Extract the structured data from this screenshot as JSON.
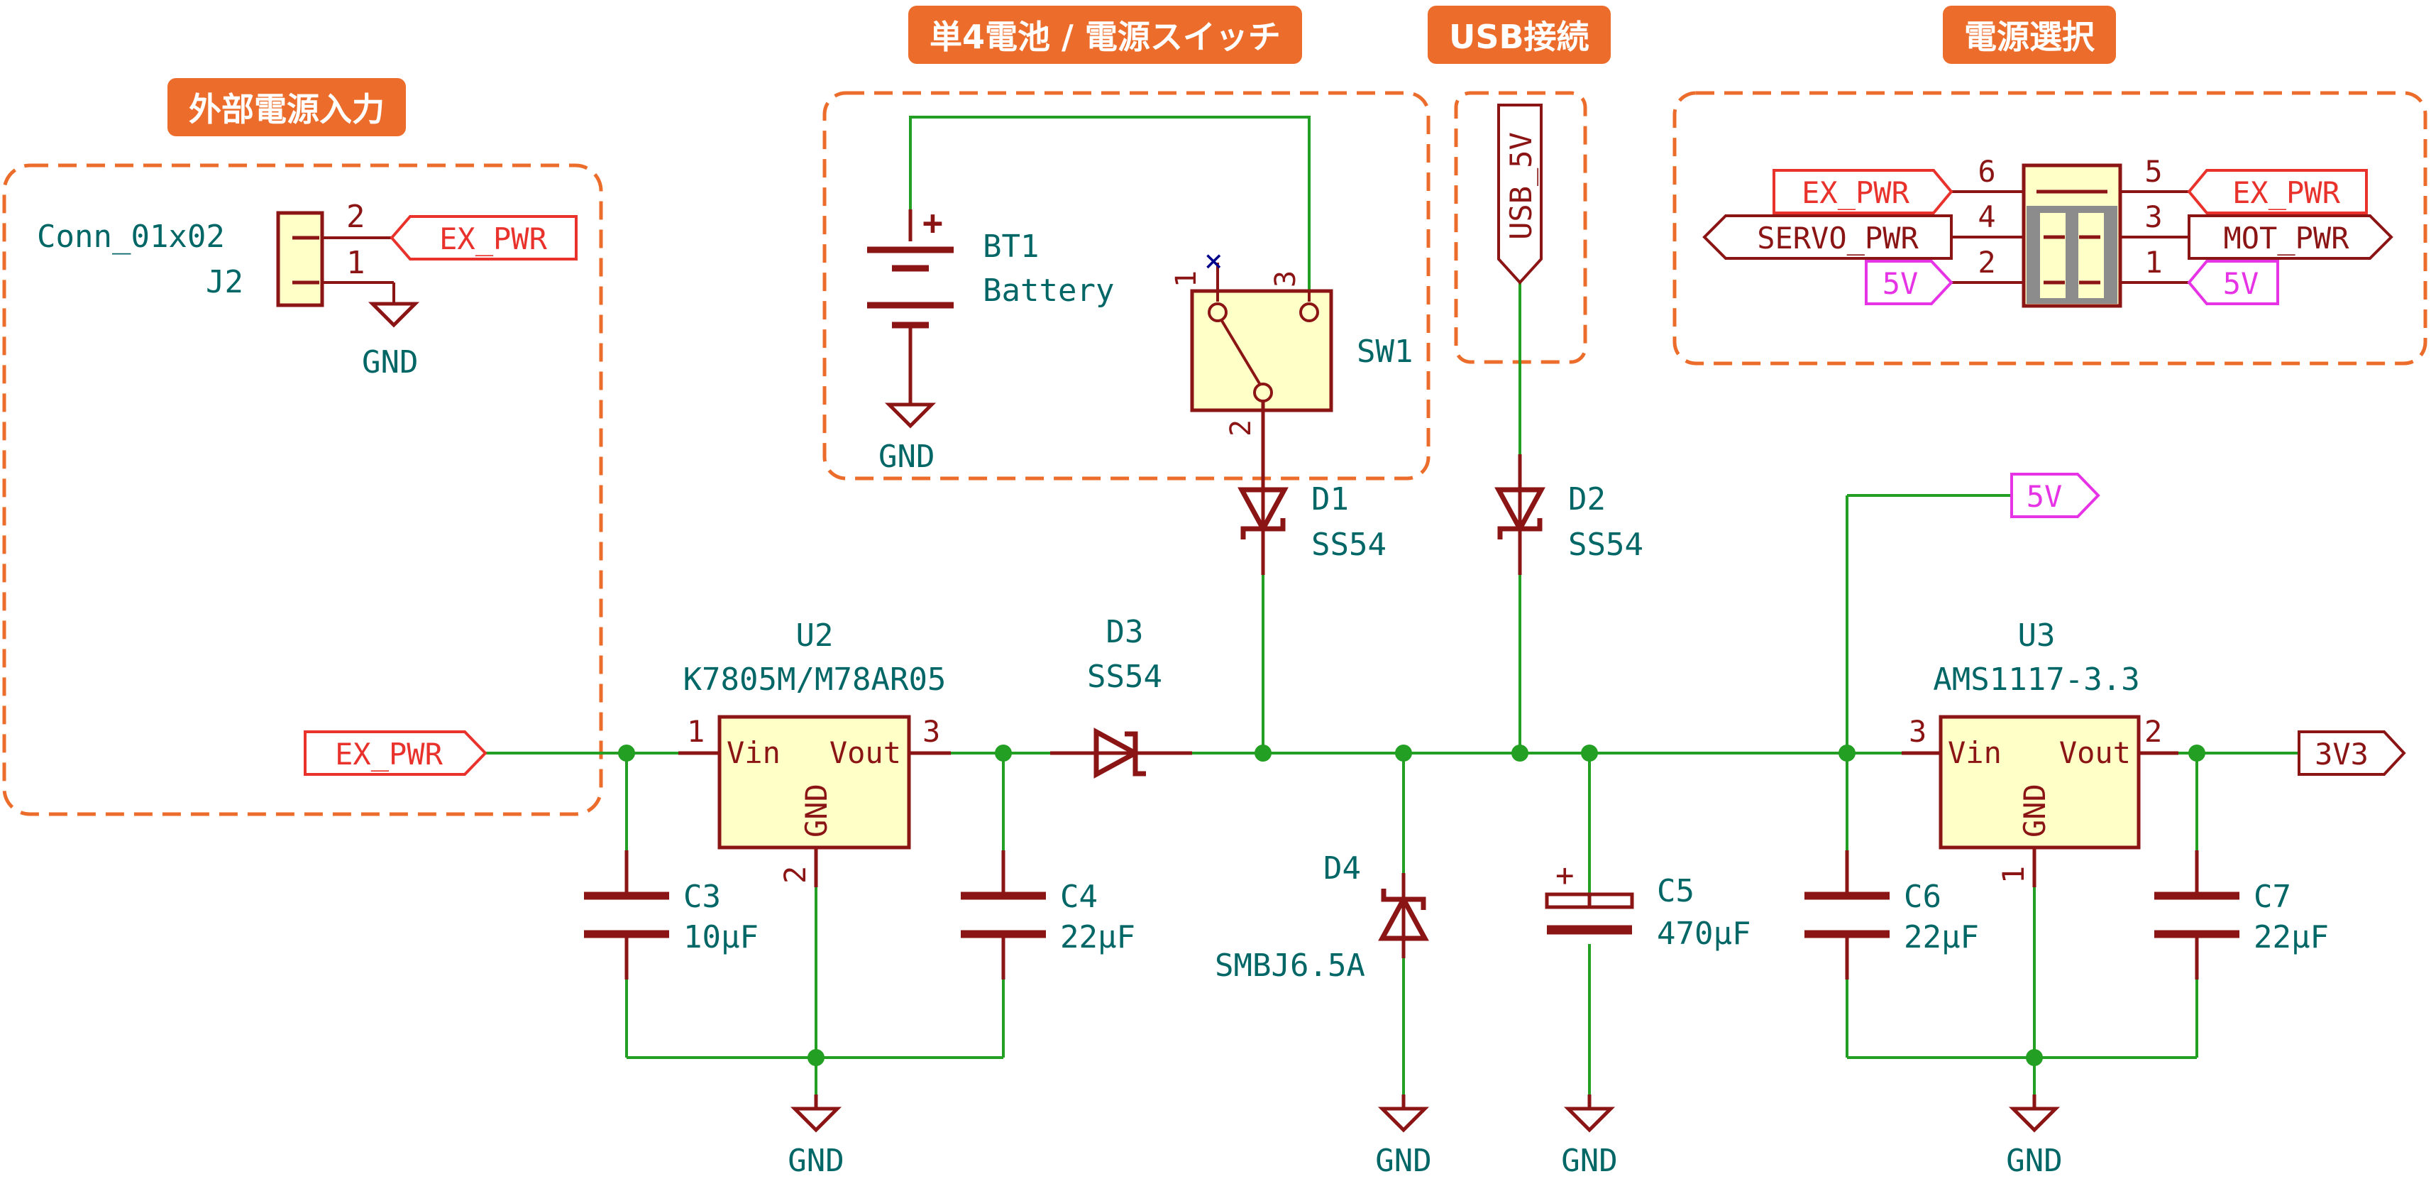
{
  "sections": {
    "external": "外部電源入力",
    "battery": "単4電池 / 電源スイッチ",
    "usb": "USB接続",
    "select": "電源選択"
  },
  "conn": {
    "name": "Conn_01x02",
    "ref": "J2",
    "pin2": "2",
    "pin1": "1"
  },
  "bt": {
    "ref": "BT1",
    "value": "Battery",
    "plus": "+"
  },
  "sw": {
    "ref": "SW1",
    "pin1": "1",
    "pin2": "2",
    "pin3": "3",
    "nc": "×"
  },
  "usb": {
    "label": "USB_5V"
  },
  "jumper": {
    "pins": [
      "6",
      "4",
      "2",
      "5",
      "3",
      "1"
    ],
    "left": [
      "EX_PWR",
      "SERVO_PWR",
      "5V"
    ],
    "right": [
      "EX_PWR",
      "MOT_PWR",
      "5V"
    ]
  },
  "diodes": {
    "d1": {
      "ref": "D1",
      "value": "SS54"
    },
    "d2": {
      "ref": "D2",
      "value": "SS54"
    },
    "d3": {
      "ref": "D3",
      "value": "SS54"
    },
    "d4": {
      "ref": "D4",
      "value": "SMBJ6.5A"
    }
  },
  "u2": {
    "ref": "U2",
    "value": "K7805M/M78AR05",
    "vin": "Vin",
    "vout": "Vout",
    "gnd": "GND",
    "p1": "1",
    "p2": "2",
    "p3": "3"
  },
  "u3": {
    "ref": "U3",
    "value": "AMS1117-3.3",
    "vin": "Vin",
    "vout": "Vout",
    "gnd": "GND",
    "p3": "3",
    "p1": "1",
    "p2": "2"
  },
  "caps": {
    "c3": {
      "ref": "C3",
      "value": "10μF"
    },
    "c4": {
      "ref": "C4",
      "value": "22μF"
    },
    "c5": {
      "ref": "C5",
      "value": "470μF",
      "plus": "+"
    },
    "c6": {
      "ref": "C6",
      "value": "22μF"
    },
    "c7": {
      "ref": "C7",
      "value": "22μF"
    }
  },
  "labels": {
    "ex_pwr": "EX_PWR",
    "five_v": "5V",
    "v33": "3V3",
    "gnd": "GND"
  },
  "colors": {
    "wire": "#23a023",
    "part": "#8b1414",
    "fill": "#ffffc8",
    "ref": "#006666",
    "label_red": "#e8322b",
    "label_pink": "#e533e5",
    "accent": "#ec6d2b"
  }
}
